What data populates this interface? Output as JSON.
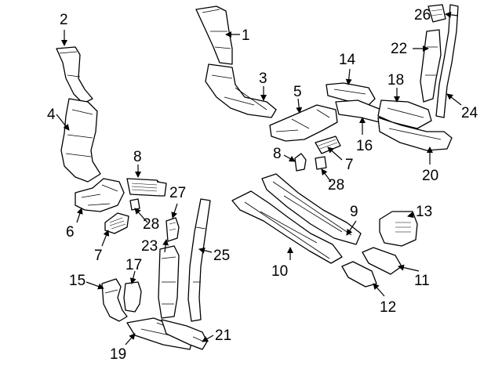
{
  "callouts": {
    "c1": "1",
    "c2": "2",
    "c3": "3",
    "c4": "4",
    "c5": "5",
    "c6": "6",
    "c7a": "7",
    "c7b": "7",
    "c8a": "8",
    "c8b": "8",
    "c9": "9",
    "c10": "10",
    "c11": "11",
    "c12": "12",
    "c13": "13",
    "c14": "14",
    "c15": "15",
    "c16": "16",
    "c17": "17",
    "c18": "18",
    "c19": "19",
    "c20": "20",
    "c21": "21",
    "c22": "22",
    "c23": "23",
    "c24": "24",
    "c25": "25",
    "c26": "26",
    "c27": "27",
    "c28a": "28",
    "c28b": "28"
  }
}
